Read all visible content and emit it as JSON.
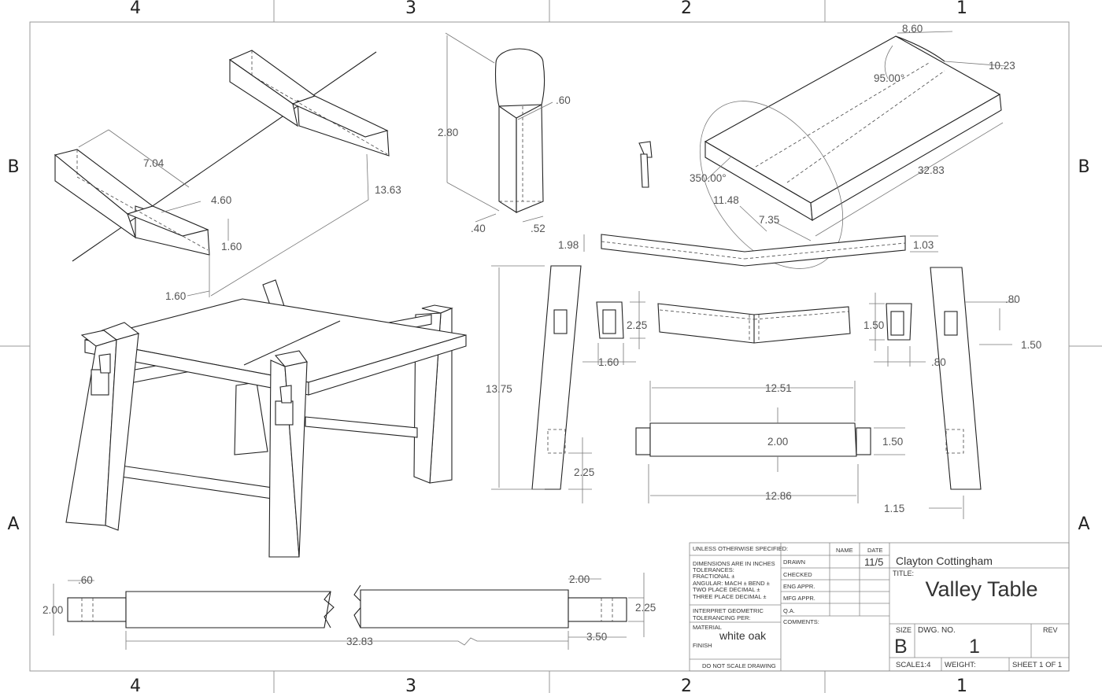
{
  "zones": {
    "columns_top": [
      "4",
      "3",
      "2",
      "1"
    ],
    "columns_bottom": [
      "4",
      "3",
      "2",
      "1"
    ],
    "rows_left": [
      "B",
      "A"
    ],
    "rows_right": [
      "B",
      "A"
    ]
  },
  "dimensions": {
    "iso_stretcher": [
      "7.04",
      "4.60",
      "1.60",
      "13.63",
      "1.60"
    ],
    "tenon": [
      "2.80",
      ".60",
      ".40",
      ".52"
    ],
    "top": [
      "8.60",
      "10.23",
      "95.00°",
      "350.00°",
      "11.48",
      "7.35",
      "32.83"
    ],
    "valley_rail": [
      "1.98",
      "1.03"
    ],
    "leg_and_parts": [
      "13.75",
      "2.25",
      "2.25",
      "1.60",
      "1.50",
      ".80",
      "1.50",
      ".80",
      "1.15"
    ],
    "crossbar": [
      "12.51",
      "2.00",
      "1.50",
      "12.86"
    ],
    "long_stretcher": [
      ".60",
      "2.00",
      "2.00",
      "2.25",
      "32.83",
      "3.50"
    ]
  },
  "title_block": {
    "unless_specified": "UNLESS OTHERWISE SPECIFIED:",
    "tolerance_lines": [
      "DIMENSIONS ARE IN INCHES",
      "TOLERANCES:",
      "FRACTIONAL ±",
      "ANGULAR: MACH ±    BEND ±",
      "TWO PLACE DECIMAL    ±",
      "THREE PLACE DECIMAL   ±"
    ],
    "interpret_lines": [
      "INTERPRET GEOMETRIC",
      "TOLERANCING PER:"
    ],
    "material_label": "MATERIAL",
    "material": "white oak",
    "finish_label": "FINISH",
    "do_not_scale": "DO NOT SCALE DRAWING",
    "name_header": "NAME",
    "date_header": "DATE",
    "rows": [
      "DRAWN",
      "CHECKED",
      "ENG APPR.",
      "MFG APPR.",
      "Q.A.",
      "COMMENTS:"
    ],
    "drawn_date": "11/5",
    "company": "Clayton Cottingham",
    "title_label": "TITLE:",
    "title": "Valley Table",
    "size_label": "SIZE",
    "size": "B",
    "dwg_no_label": "DWG.  NO.",
    "dwg_no": "1",
    "rev_label": "REV",
    "scale": "SCALE1:4",
    "weight": "WEIGHT:",
    "sheet": "SHEET 1 OF 1"
  }
}
